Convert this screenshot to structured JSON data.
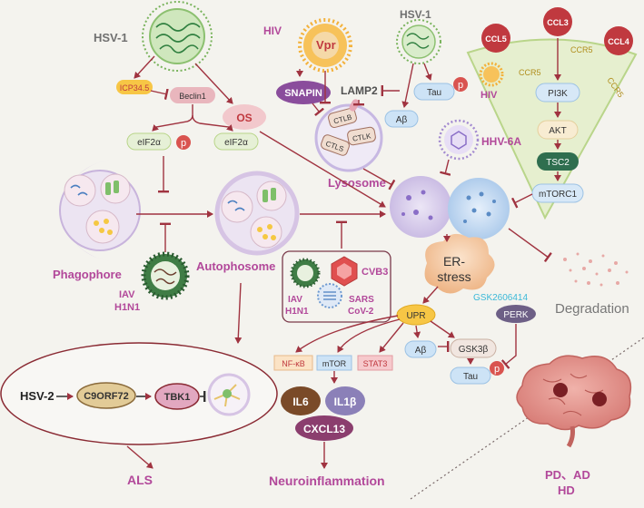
{
  "labels": {
    "hsv1_left": "HSV-1",
    "icp345": "ICP34.5",
    "beclin1": "Beclin1",
    "eif2a_a": "eIF2α",
    "eif2a_b": "eIF2α",
    "p1": "p",
    "os": "OS",
    "phagophore": "Phagophore",
    "autophosome": "Autophosome",
    "iav_h1n1_left": [
      "IAV",
      "H1N1"
    ],
    "hiv_top": "HIV",
    "vpr": "Vpr",
    "snapin": "SNAPIN",
    "lamp2": "LAMP2",
    "ctlb": "CTLB",
    "ctls": "CTLS",
    "ctlk": "CTLK",
    "lysosome": "Lysosome",
    "hsv1_top": "HSV-1",
    "tau_top": "Tau",
    "p2": "p",
    "abeta_top": "Aβ",
    "ccl5": "CCL5",
    "ccl3": "CCL3",
    "ccl4": "CCL4",
    "ccr5_a": "CCR5",
    "ccr5_b": "CCR5",
    "ccr5_c": "CCR5",
    "hiv_right": "HIV",
    "pi3k": "PI3K",
    "akt": "AKT",
    "tsc2": "TSC2",
    "mtorc1": "mTORC1",
    "hhv6a": "HHV-6A",
    "er_stress": [
      "ER-",
      "stress"
    ],
    "degradation": "Degradation",
    "gsk_inhibitor": "GSK2606414",
    "perk": "PERK",
    "cvb3": "CVB3",
    "iav_h1n1_box": [
      "IAV",
      "H1N1"
    ],
    "sars": [
      "SARS",
      "CoV-2"
    ],
    "upr": "UPR",
    "abeta_mid": "Aβ",
    "gsk3b": "GSK3β",
    "tau_mid": "Tau",
    "p3": "p",
    "nfkb": "NF-κB",
    "mtor": "mTOR",
    "stat3": "STAT3",
    "il6": "IL6",
    "il1b": "IL1β",
    "cxcl13": "CXCL13",
    "neuroinflammation": "Neuroinflammation",
    "hsv2": "HSV-2",
    "c9orf72": "C9ORF72",
    "tbk1": "TBK1",
    "als": "ALS",
    "pd_ad": "PD、AD",
    "hd": "HD"
  },
  "colors": {
    "arrow": "#a03340",
    "label_purple": "#b2489a",
    "virus_green": "#2f8a52",
    "hiv_orange": "#f3b13a",
    "cytokine_red": "#c0393f",
    "lysosome_purple": "#bfb0d8",
    "er_orange": "#f4c9a0"
  }
}
